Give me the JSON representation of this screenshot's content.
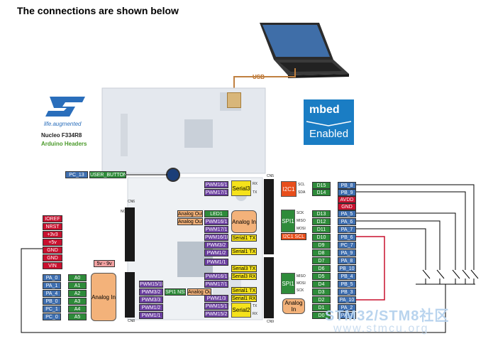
{
  "heading": "The connections are shown below",
  "usb_label": "USB",
  "st_tagline": "life.augmented",
  "board_name": "Nucleo F334R8",
  "board_sub": "Arduino Headers",
  "mbed_line1": "mbed",
  "mbed_line2": "Enabled",
  "watermark_main": "STM32/STM8社区",
  "watermark_url": "www.stmcu.org",
  "connectors": {
    "cn5": "CN5",
    "cn6": "CN6",
    "cn8": "CN8",
    "cn9": "CN9",
    "nc": "NC"
  },
  "top_left": {
    "pin": "PC_13",
    "func": "USER_BUTTON"
  },
  "cn6_pins": [
    "IOREF",
    "NRST",
    "+3v3",
    "+5v",
    "GND",
    "GND",
    "VIN"
  ],
  "vin_range": "5v - 9v",
  "cn8": {
    "pins": [
      "PA_0",
      "PA_1",
      "PA_4",
      "PB_0",
      "PC_1",
      "PC_0"
    ],
    "arduino": [
      "A0",
      "A1",
      "A2",
      "A3",
      "A4",
      "A5"
    ],
    "analog": "Analog In",
    "pwm": [
      "PWM15/1N",
      "PWM3/2",
      "PWM3/3",
      "PWM1/2",
      "PWM1/1"
    ],
    "spi_nss": "SPI1 NSS",
    "analog_out": "Analog Out"
  },
  "cn5": {
    "arduino": [
      "D15",
      "D14",
      "AVDD",
      "GND",
      "D13",
      "D12",
      "D11",
      "D10",
      "D9",
      "D8"
    ],
    "pins": [
      "PB_8",
      "PB_9",
      "",
      "",
      "PA_5",
      "PA_6",
      "PA_7",
      "PB_6",
      "PC_7",
      "PA_9"
    ],
    "i2c": "I2C1",
    "scl": "SCL",
    "sda": "SDA",
    "spi": "SPI1",
    "sck": "SCK",
    "miso": "MISO",
    "mosi": "MOSI",
    "i2c_scl": "I2C1 SCL",
    "pwm_top": [
      "PWM16/1",
      "PWM17/1"
    ],
    "serial3": "Serial3",
    "rx": "RX",
    "tx": "TX",
    "analog_out": "Analog Out",
    "led": "LED1",
    "analog": "Analog In",
    "pwm_mid": [
      "PWM16/1",
      "PWM17/1",
      "PWM16/1N",
      "PWM3/2",
      "PWM1/2"
    ],
    "serial1_tx": "Serial1 TX",
    "serial1_tx2": "Serial1 TX"
  },
  "cn9": {
    "arduino": [
      "D7",
      "D6",
      "D5",
      "D4",
      "D3",
      "D2",
      "D1",
      "D0"
    ],
    "pins": [
      "PA_8",
      "PB_10",
      "PB_4",
      "PB_5",
      "PB_3",
      "PA_10",
      "PA_2",
      "PA_3"
    ],
    "pwm": [
      "PWM1/1",
      "PWM16/1",
      "PWM17/1",
      "PWM1/3",
      "PWM15/1",
      "PWM15/2"
    ],
    "serial3_tx": "Serial3 TX",
    "serial3_rx": "Serial3 RX",
    "serial1_rx": "Serial1 RX",
    "serial2": "Serial2",
    "spi": "SPI1",
    "miso": "MISO",
    "mosi": "MOSI",
    "sck": "SCK",
    "analog_in": "Analog In"
  }
}
